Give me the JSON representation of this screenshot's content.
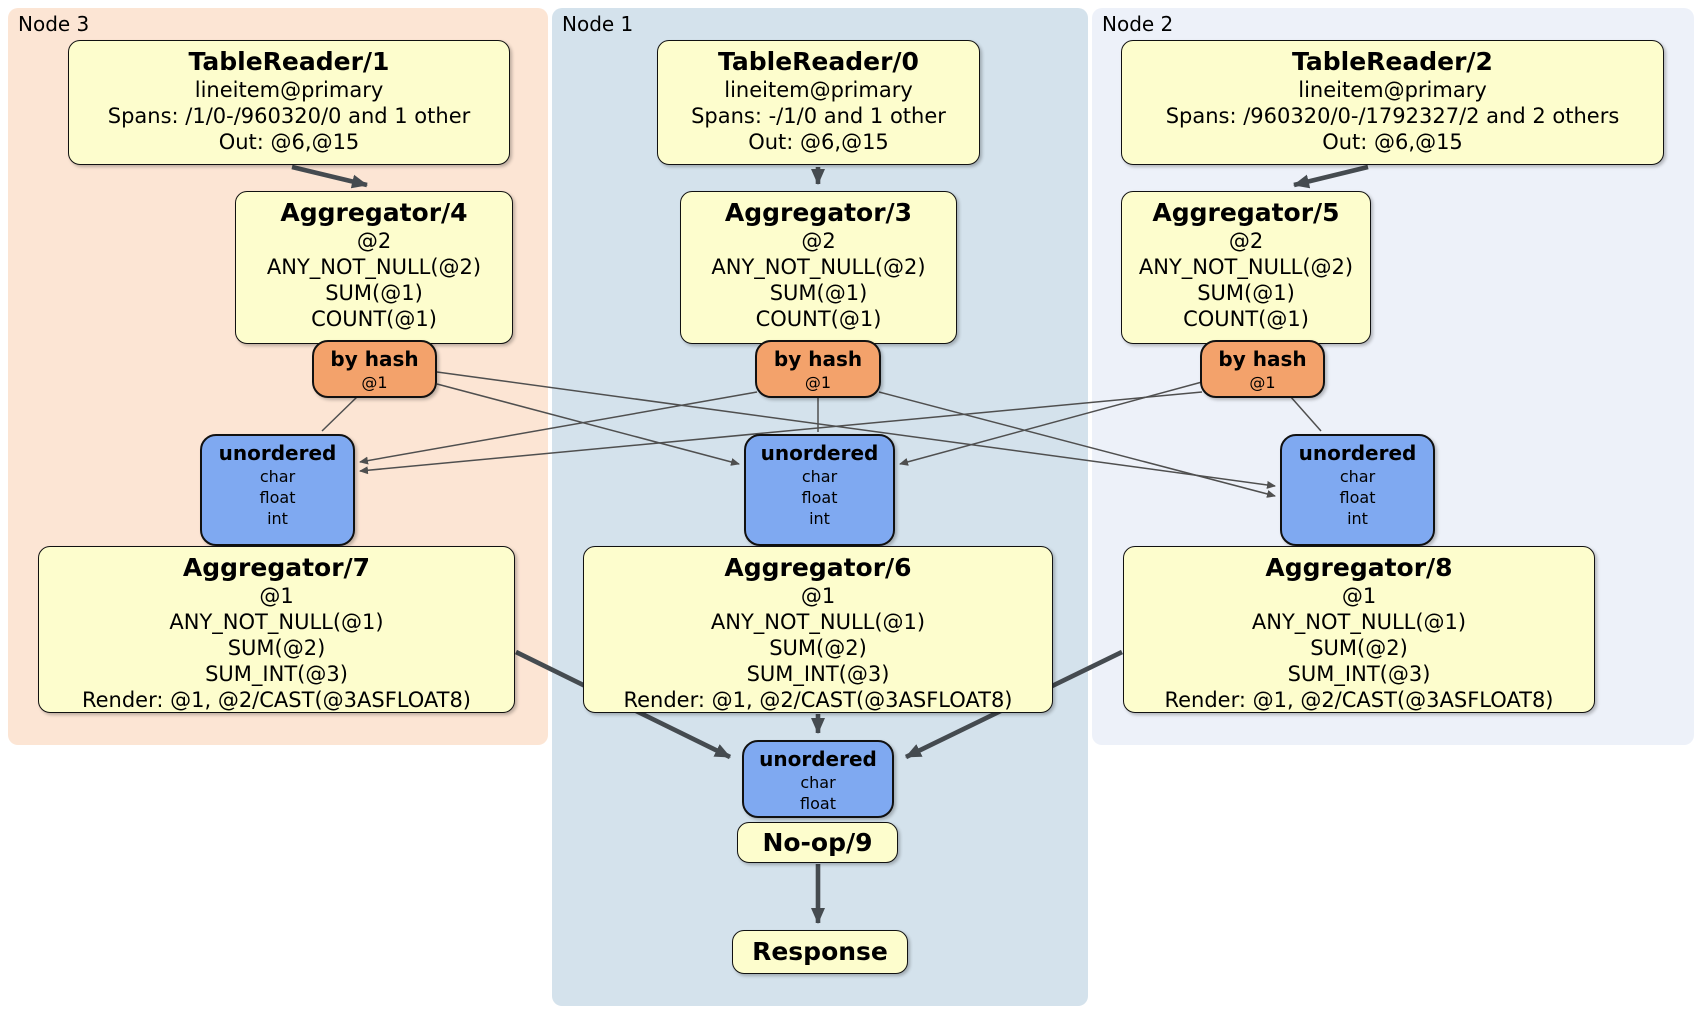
{
  "panels": [
    {
      "label": "Node 3"
    },
    {
      "label": "Node 1"
    },
    {
      "label": "Node 2"
    }
  ],
  "boxes": {
    "tr1": {
      "title": "TableReader/1",
      "lines": [
        "lineitem@primary",
        "Spans: /1/0-/960320/0 and 1 other",
        "Out: @6,@15"
      ]
    },
    "tr0": {
      "title": "TableReader/0",
      "lines": [
        "lineitem@primary",
        "Spans: -/1/0 and 1 other",
        "Out: @6,@15"
      ]
    },
    "tr2": {
      "title": "TableReader/2",
      "lines": [
        "lineitem@primary",
        "Spans: /960320/0-/1792327/2 and 2 others",
        "Out: @6,@15"
      ]
    },
    "agg4": {
      "title": "Aggregator/4",
      "lines": [
        "@2",
        "ANY_NOT_NULL(@2)",
        "SUM(@1)",
        "COUNT(@1)"
      ]
    },
    "agg3": {
      "title": "Aggregator/3",
      "lines": [
        "@2",
        "ANY_NOT_NULL(@2)",
        "SUM(@1)",
        "COUNT(@1)"
      ]
    },
    "agg5": {
      "title": "Aggregator/5",
      "lines": [
        "@2",
        "ANY_NOT_NULL(@2)",
        "SUM(@1)",
        "COUNT(@1)"
      ]
    },
    "agg7": {
      "title": "Aggregator/7",
      "lines": [
        "@1",
        "ANY_NOT_NULL(@1)",
        "SUM(@2)",
        "SUM_INT(@3)",
        "Render: @1, @2/CAST(@3ASFLOAT8)"
      ]
    },
    "agg6": {
      "title": "Aggregator/6",
      "lines": [
        "@1",
        "ANY_NOT_NULL(@1)",
        "SUM(@2)",
        "SUM_INT(@3)",
        "Render: @1, @2/CAST(@3ASFLOAT8)"
      ]
    },
    "agg8": {
      "title": "Aggregator/8",
      "lines": [
        "@1",
        "ANY_NOT_NULL(@1)",
        "SUM(@2)",
        "SUM_INT(@3)",
        "Render: @1, @2/CAST(@3ASFLOAT8)"
      ]
    },
    "byhash3": {
      "title": "by hash",
      "sub": "@1"
    },
    "byhash1": {
      "title": "by hash",
      "sub": "@1"
    },
    "byhash2": {
      "title": "by hash",
      "sub": "@1"
    },
    "un3": {
      "title": "unordered",
      "lines": [
        "char",
        "float",
        "int"
      ]
    },
    "un1": {
      "title": "unordered",
      "lines": [
        "char",
        "float",
        "int"
      ]
    },
    "un2": {
      "title": "unordered",
      "lines": [
        "char",
        "float",
        "int"
      ]
    },
    "unb": {
      "title": "unordered",
      "lines": [
        "char",
        "float"
      ]
    },
    "noop": {
      "title": "No-op/9"
    },
    "response": {
      "title": "Response"
    }
  },
  "colors": {
    "panel_node3": "#fce5d4",
    "panel_node1": "#d4e2ec",
    "panel_node2": "#edf1f9",
    "processor_fill": "#fdfdcd",
    "router_fill": "#f3a26b",
    "stream_fill": "#7fa9f1",
    "edge": "#454b50",
    "border": "#111111"
  }
}
